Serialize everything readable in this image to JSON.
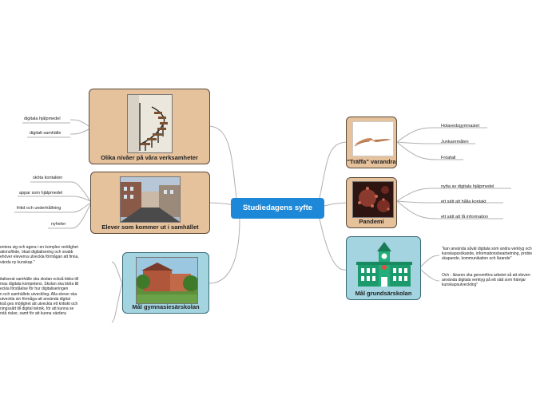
{
  "center": {
    "label": "Studiedagens syfte"
  },
  "left_nodes": [
    {
      "label": "Olika nivåer på våra verksamheter",
      "image": "staircase-photo",
      "leaves": [
        "digitala hjälpmedel",
        "digitalt samhälle"
      ]
    },
    {
      "label": "Elever som kommer ut i samhället",
      "image": "street-photo",
      "leaves": [
        "sköta kontakter",
        "appar som hjälpmedel",
        "fritid och underhållning",
        "nyheter"
      ]
    },
    {
      "label": "Mål gymnasiesärskolan",
      "image": "school-building-photo",
      "notes": [
        "entera sig och agera i en komplex verklighet\nationsflöde, ökad digitalisering och snabb\nehöver eleverna utveckla förmågan att finna,\nvända ny kunskap.\"",
        "italiserat samhälle ska skolan också bidra till\nmas digitala kompetens. Skolan ska bidra till\neckla förståelse för hur digitaliseringen\nn och samhällets utveckling. Alla elever ska\nutveckla sin förmåga att använda digital\nkså ges möjlighet att utveckla ett kritiskt och\nningssätt till digital teknik, för att kunna se\nrstå risker, samt för att kunna värdera"
      ]
    }
  ],
  "right_nodes": [
    {
      "label": "\"Träffa\" varandra",
      "image": "handshake-photo",
      "leaves": [
        "Holavedsgymnasiet",
        "Junkaremålen",
        "Fröafall"
      ]
    },
    {
      "label": "Pandemi",
      "image": "virus-photo",
      "leaves": [
        "nytta av digitala hjälpmedel",
        "ett sätt att hålla kontakt",
        "ett sätt att få information"
      ]
    },
    {
      "label": "Mål grundsärskolan",
      "image": "school-illustration",
      "notes": [
        "\"kan använda såväl digitala som andra verktyg och\nkunskapssökande, informationsbearbetning, proble\nskapande, kommunikation och lärande\"",
        "Och - läraren ska genomföra arbetet så att eleven:\nanvända digitala verktyg på ett sätt som främjar\nkunskapsutveckling\""
      ]
    }
  ],
  "colors": {
    "center": "#1e88d8",
    "tan": "#e5c19c",
    "teal": "#a3d4e0",
    "line": "#b0b0b0"
  }
}
